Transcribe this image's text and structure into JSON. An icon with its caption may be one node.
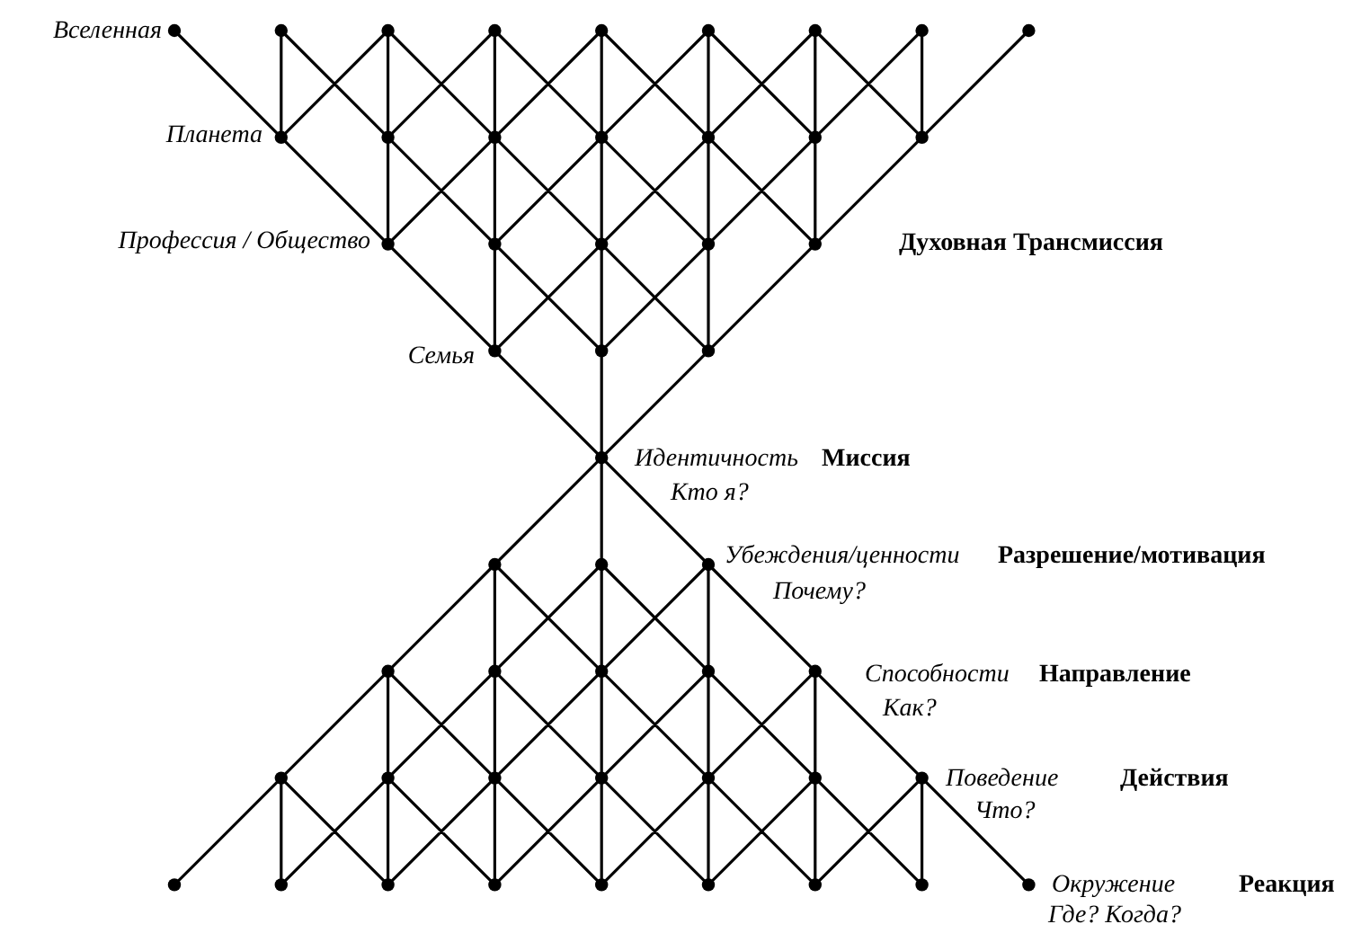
{
  "diagram": {
    "labels": [
      "Вселенная",
      "Планета",
      "Профессия / Общество",
      "Духовная Трансмиссия",
      "Семья",
      "Идентичность",
      "Миссия",
      "Кто я?",
      "Убеждения/ценности",
      "Разрешение/мотивация",
      "Почему?",
      "Способности",
      "Направление",
      "Как?",
      "Поведение",
      "Действия",
      "Что?",
      "Окружение",
      "Реакция",
      "Где? Когда?"
    ]
  }
}
